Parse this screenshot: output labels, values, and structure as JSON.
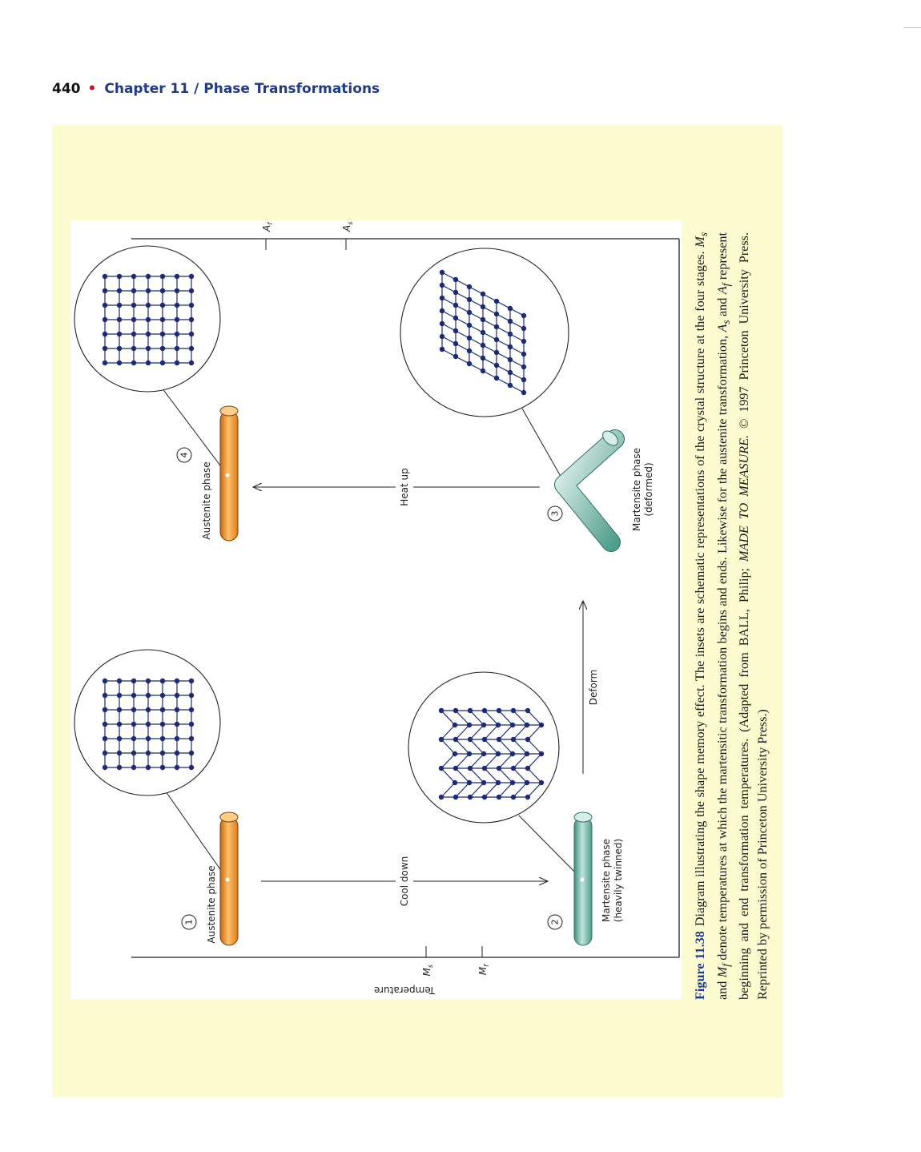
{
  "header": {
    "page_number": "440",
    "separator": "•",
    "chapter": "Chapter 11  /  Phase Transformations"
  },
  "figure": {
    "axis_label": "Temperature",
    "temperature_marks": {
      "ms": "Ms",
      "mf": "Mf",
      "af": "Af",
      "as": "As"
    },
    "stages": [
      {
        "number": "1",
        "label": "Austenite phase"
      },
      {
        "number": "2",
        "label_line1": "Martensite phase",
        "label_line2": "(heavily twinned)"
      },
      {
        "number": "3",
        "label_line1": "Martensite phase",
        "label_line2": "(deformed)"
      },
      {
        "number": "4",
        "label": "Austenite phase"
      }
    ],
    "arrows": {
      "cool_down": "Cool down",
      "deform": "Deform",
      "heat_up": "Heat up"
    },
    "colors": {
      "austenite_rod": "#f59a32",
      "martensite_rod": "#6ab5a4",
      "lattice": "#1b2a7a",
      "panel_background": "#fdfcd1"
    }
  },
  "caption": {
    "label": "Figure 11.38",
    "text_1": "Diagram illustrating the shape memory effect. The insets are schematic representations of the crystal structure at the four stages. ",
    "ms": "M",
    "ms_sub": "s",
    "text_2": " and ",
    "mf": "M",
    "mf_sub": "f",
    "text_3": " denote temperatures at which the martensitic transformation begins and ends. Likewise for the austenite transformation, ",
    "as": "A",
    "as_sub": "s",
    "text_4": " and ",
    "af": "A",
    "af_sub": "f",
    "text_5": " represent beginning and end transformation temperatures. (Adapted from BALL, Philip; ",
    "source_title": "MADE TO MEASURE.",
    "text_6": " © 1997 Princeton University Press. Reprinted by permission of Princeton University Press.)"
  }
}
